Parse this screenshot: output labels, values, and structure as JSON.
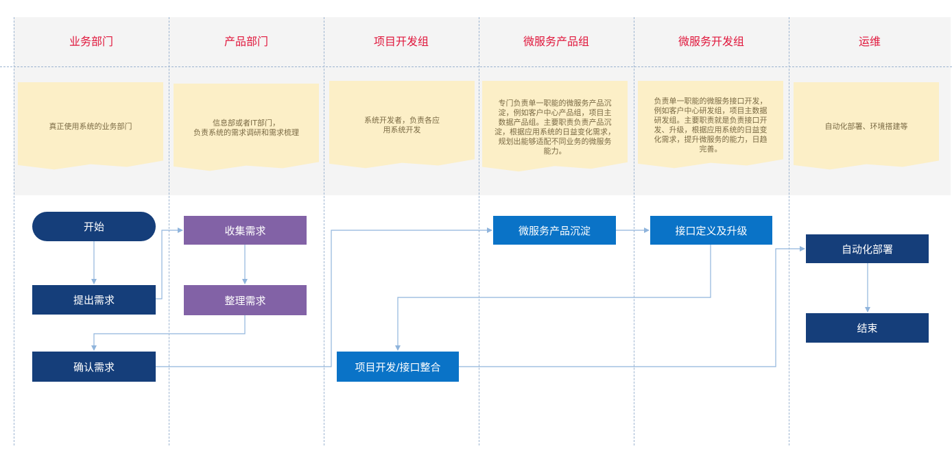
{
  "lanes": [
    {
      "title": "业务部门",
      "note": "真正使用系统的业务部门"
    },
    {
      "title": "产品部门",
      "note": "信息部或者IT部门，\n负责系统的需求调研和需求梳理"
    },
    {
      "title": "项目开发组",
      "note": "系统开发者，负责各应\n用系统开发"
    },
    {
      "title": "微服务产品组",
      "note": "专门负责单一职能的微服务产品沉\n淀，例如客户中心产品组，项目主\n数据产品组。主要职责负责产品沉\n淀，根据应用系统的日益变化需求，\n规划出能够适配不同业务的微服务\n能力。"
    },
    {
      "title": "微服务开发组",
      "note": "负责单一职能的微服务接口开发，\n例如客户中心研发组，项目主数据\n研发组。主要职责就是负责接口开\n发、升级，根据应用系统的日益变\n化需求，提升微服务的能力，日趋\n完善。"
    },
    {
      "title": "运维",
      "note": "自动化部署、环境搭建等"
    }
  ],
  "nodes": {
    "start": "开始",
    "submit": "提出需求",
    "confirm": "确认需求",
    "collect": "收集需求",
    "organize": "整理需求",
    "dev_integrate": "项目开发/接口整合",
    "ms_product": "微服务产品沉淀",
    "api_define": "接口定义及升级",
    "auto_deploy": "自动化部署",
    "end": "结束"
  },
  "colors": {
    "lane_title": "#e0163b",
    "note_bg": "#fcefc7",
    "navy": "#153e7a",
    "purple": "#8262a6",
    "blue": "#0a73c7",
    "connector": "#8fb4dc"
  }
}
